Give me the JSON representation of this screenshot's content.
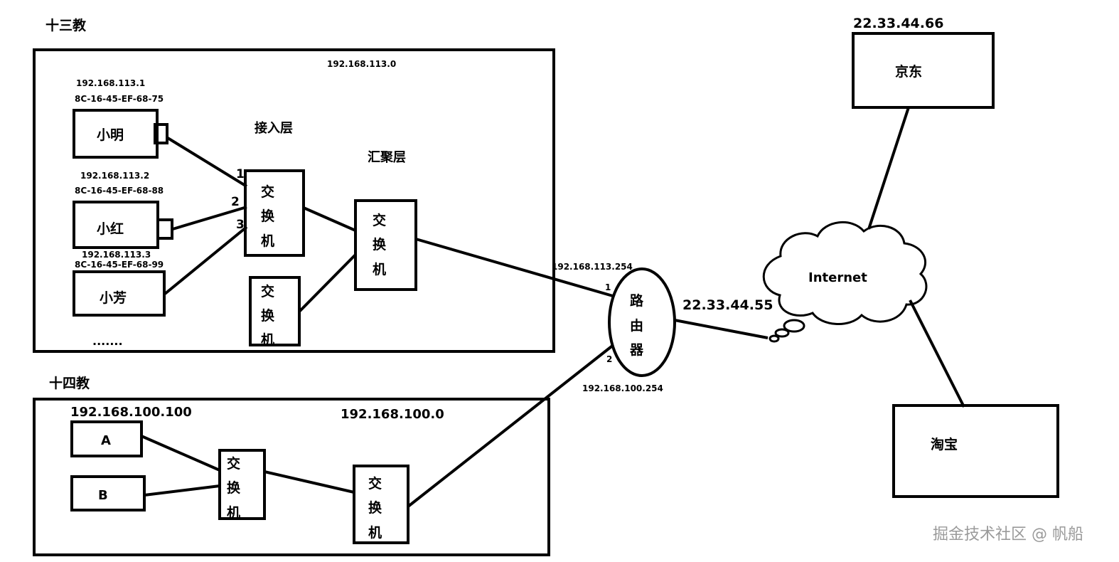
{
  "rooms": {
    "room13": {
      "title": "十三教",
      "subnet": "192.168.113.0",
      "access_layer": "接入层",
      "aggregation_layer": "汇聚层",
      "more": ".......",
      "pcs": [
        {
          "name": "小明",
          "ip": "192.168.113.1",
          "mac": "8C-16-45-EF-68-75"
        },
        {
          "name": "小红",
          "ip": "192.168.113.2",
          "mac": "8C-16-45-EF-68-88"
        },
        {
          "name": "小芳",
          "ip": "192.168.113.3",
          "mac": "8C-16-45-EF-68-99"
        }
      ],
      "ports": [
        "1",
        "2",
        "3"
      ]
    },
    "room14": {
      "title": "十四教",
      "subnet": "192.168.100.0",
      "host_ip": "192.168.100.100",
      "hosts": [
        "A",
        "B"
      ]
    }
  },
  "switch_label": [
    "交",
    "换",
    "机"
  ],
  "router": {
    "label": [
      "路",
      "由",
      "器"
    ],
    "port1": "1",
    "port2": "2",
    "ip_113": "192.168.113.254",
    "ip_100": "192.168.100.254",
    "public_ip": "22.33.44.55"
  },
  "internet": {
    "label": "Internet"
  },
  "servers": {
    "jd": {
      "name": "京东",
      "ip": "22.33.44.66"
    },
    "taobao": {
      "name": "淘宝"
    }
  },
  "watermark": "掘金技术社区 @ 帆船"
}
